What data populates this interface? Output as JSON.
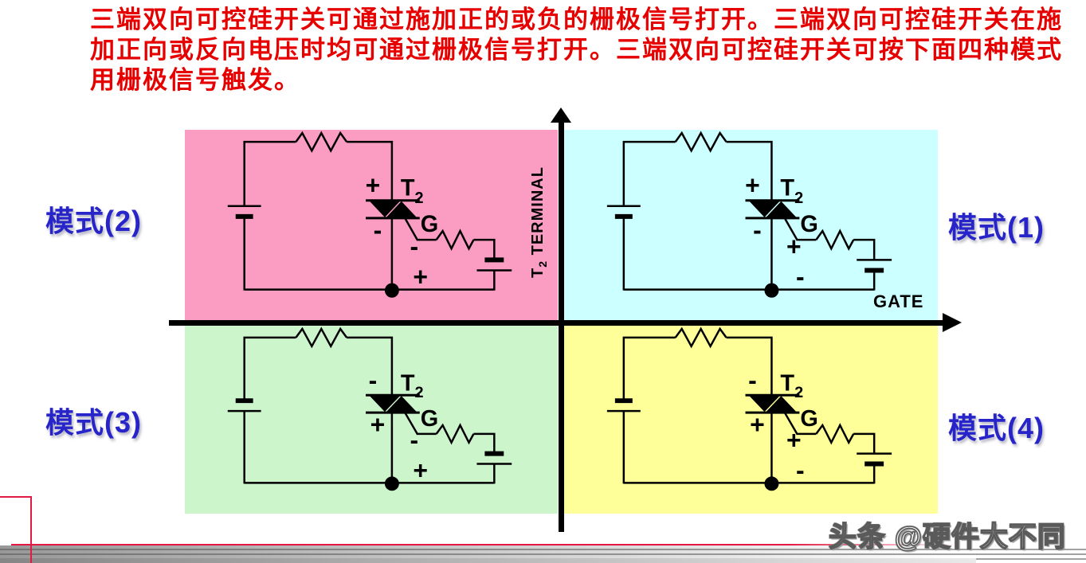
{
  "title": {
    "lines": [
      "三端双向可控硅开关可通过施加正的或负的栅极信号打开。三端双向可控硅开关在施",
      "加正向或反向电压时均可通过栅极信号打开。三端双向可控硅开关可按下面四种模式",
      "用栅极信号触发。"
    ],
    "color": "#e60000"
  },
  "axes": {
    "y_label": {
      "base": "T",
      "sub": "2",
      "rest": " TERMINAL"
    },
    "x_label": "GATE",
    "color": "#000000"
  },
  "circuit_labels": {
    "t2_base": "T",
    "t2_sub": "2",
    "gate": "G"
  },
  "modes": [
    {
      "id": 1,
      "label": "模式(1)",
      "position": "top-right",
      "bg": "#ccffff",
      "signs": {
        "t2_top": "+",
        "t2_bottom": "-",
        "gate": "+",
        "bottom": "-"
      },
      "main_batt_plus_top": true,
      "gate_batt_plus_top": true
    },
    {
      "id": 2,
      "label": "模式(2)",
      "position": "top-left",
      "bg": "#fb9cc3",
      "signs": {
        "t2_top": "+",
        "t2_bottom": "-",
        "gate": "-",
        "bottom": "+"
      },
      "main_batt_plus_top": true,
      "gate_batt_plus_top": false
    },
    {
      "id": 3,
      "label": "模式(3)",
      "position": "bottom-left",
      "bg": "#ccf5cc",
      "signs": {
        "t2_top": "-",
        "t2_bottom": "+",
        "gate": "-",
        "bottom": "+"
      },
      "main_batt_plus_top": false,
      "gate_batt_plus_top": false
    },
    {
      "id": 4,
      "label": "模式(4)",
      "position": "bottom-right",
      "bg": "#ffff99",
      "signs": {
        "t2_top": "-",
        "t2_bottom": "+",
        "gate": "+",
        "bottom": "-"
      },
      "main_batt_plus_top": false,
      "gate_batt_plus_top": true
    }
  ],
  "mode_label_color": "#2724c9",
  "footer_accent_color": "#e31944",
  "watermark": "头条 @硬件大不同"
}
